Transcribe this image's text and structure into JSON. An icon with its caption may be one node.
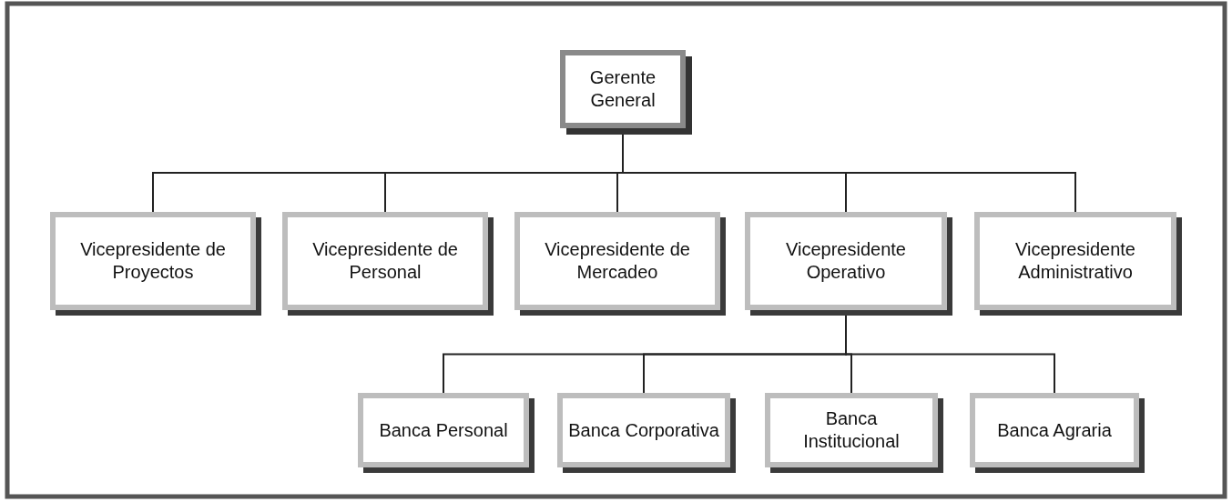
{
  "diagram": {
    "nodes": [
      {
        "text": [
          "Gerente General"
        ]
      },
      {
        "text": [
          "Vicepresidente de Proyectos"
        ]
      },
      {
        "text": [
          "Vicepresidente de Personal"
        ]
      },
      {
        "text": [
          "Vicepresidente de Mercadeo"
        ]
      },
      {
        "text": [
          "Vicepresidente Operativo"
        ]
      },
      {
        "text": [
          "Vicepresidente Administrativo"
        ]
      },
      {
        "text": [
          "Banca Personal"
        ]
      },
      {
        "text": [
          "Banca Corporativa"
        ]
      },
      {
        "text": [
          "Banca Institucional"
        ]
      },
      {
        "text": [
          "Banca Agraria"
        ]
      }
    ],
    "edges": [
      {
        "from": 0,
        "to": 1,
        "arrow": "none"
      },
      {
        "from": 0,
        "to": 2,
        "arrow": "none"
      },
      {
        "from": 0,
        "to": 3,
        "arrow": "none"
      },
      {
        "from": 0,
        "to": 4,
        "arrow": "none"
      },
      {
        "from": 0,
        "to": 5,
        "arrow": "none"
      },
      {
        "from": 4,
        "to": 6,
        "arrow": "none"
      },
      {
        "from": 4,
        "to": 7,
        "arrow": "none"
      },
      {
        "from": 4,
        "to": 8,
        "arrow": "none"
      },
      {
        "from": 4,
        "to": 9,
        "arrow": "none"
      }
    ]
  }
}
